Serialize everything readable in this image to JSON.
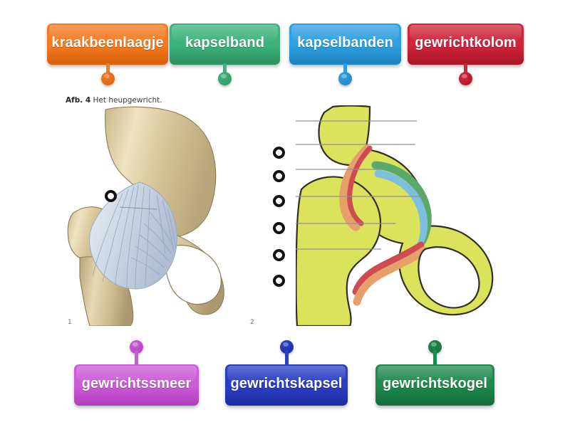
{
  "activity": {
    "type": "labelled-diagram",
    "background_color": "#ffffff"
  },
  "figure": {
    "caption_prefix": "Afb. 4",
    "caption_text": "Het heupgewricht.",
    "panels": [
      {
        "number": "1",
        "description": "hip joint with capsular ligaments, anterior view"
      },
      {
        "number": "2",
        "description": "schematic cross-section of the hip joint"
      }
    ]
  },
  "labels": [
    {
      "id": "kraakbeenlaagje",
      "text": "kraakbeenlaagje",
      "color": "#F47B20",
      "color_dark": "#D9620C",
      "position": "top"
    },
    {
      "id": "kapselband",
      "text": "kapselband",
      "color": "#3DB37B",
      "color_dark": "#2E9463",
      "position": "top"
    },
    {
      "id": "kapselbanden",
      "text": "kapselbanden",
      "color": "#2F9FE0",
      "color_dark": "#1E84C2",
      "position": "top"
    },
    {
      "id": "gewrichtkolom",
      "text": "gewrichtkolom",
      "color": "#D0263A",
      "color_dark": "#AE1728",
      "position": "top"
    },
    {
      "id": "gewrichtssmeer",
      "text": "gewrichtssmeer",
      "color": "#CC5BD8",
      "color_dark": "#B141BE",
      "position": "bottom"
    },
    {
      "id": "gewrichtskapsel",
      "text": "gewrichtskapsel",
      "color": "#2B3FC4",
      "color_dark": "#1D2DA3",
      "position": "bottom"
    },
    {
      "id": "gewrichtskogel",
      "text": "gewrichtskogel",
      "color": "#1E8A4C",
      "color_dark": "#14703C",
      "position": "bottom"
    }
  ],
  "drop_targets": [
    {
      "id": "target-1",
      "panel": "1",
      "filled": false
    },
    {
      "id": "target-2",
      "panel": "2",
      "filled": false
    },
    {
      "id": "target-3",
      "panel": "2",
      "filled": false
    },
    {
      "id": "target-4",
      "panel": "2",
      "filled": false
    },
    {
      "id": "target-5",
      "panel": "2",
      "filled": false
    },
    {
      "id": "target-6",
      "panel": "2",
      "filled": false
    },
    {
      "id": "target-7",
      "panel": "2",
      "filled": false
    }
  ]
}
